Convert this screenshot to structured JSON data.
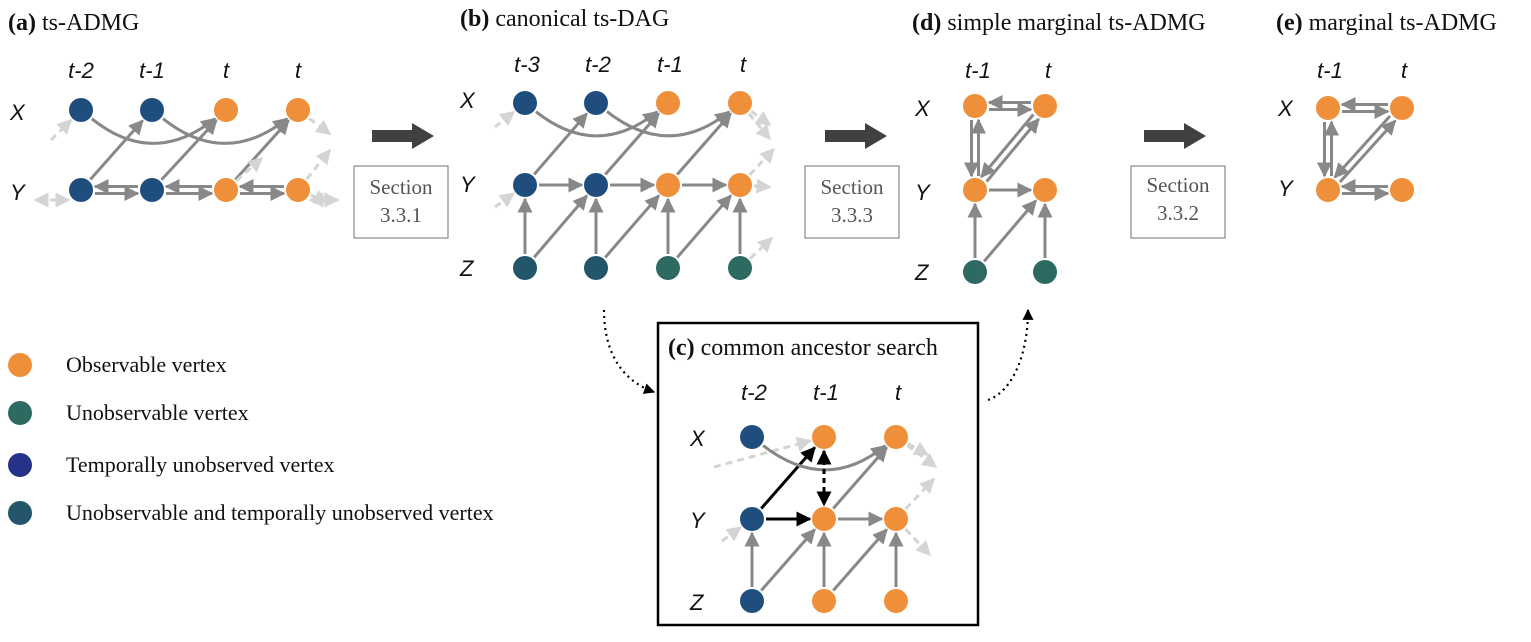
{
  "colors": {
    "observable": "#ef8f3a",
    "unobservable": "#2d6b62",
    "temporally_unobserved": "#1f4e7e",
    "unobservable_temporally_unobserved": "#23566b",
    "legend_temporally_unobserved": "#26328a",
    "edge": "#888888",
    "edge_faded": "#d4d4d4",
    "edge_highlight": "#000000",
    "arrow": "#404040"
  },
  "panels": {
    "a": {
      "letter": "(a)",
      "title": "ts-ADMG",
      "time_labels": [
        "t-2",
        "t-1",
        "t",
        "t"
      ],
      "vars": [
        "X",
        "Y"
      ]
    },
    "b": {
      "letter": "(b)",
      "title": "canonical ts-DAG",
      "time_labels": [
        "t-3",
        "t-2",
        "t-1",
        "t"
      ],
      "vars": [
        "X",
        "Y",
        "Z"
      ]
    },
    "c": {
      "letter": "(c)",
      "title": "common ancestor search",
      "time_labels": [
        "t-2",
        "t-1",
        "t"
      ],
      "vars": [
        "X",
        "Y",
        "Z"
      ]
    },
    "d": {
      "letter": "(d)",
      "title": "simple marginal ts-ADMG",
      "time_labels": [
        "t-1",
        "t"
      ],
      "vars": [
        "X",
        "Y",
        "Z"
      ]
    },
    "e": {
      "letter": "(e)",
      "title": "marginal ts-ADMG",
      "time_labels": [
        "t-1",
        "t"
      ],
      "vars": [
        "X",
        "Y"
      ]
    }
  },
  "transitions": [
    {
      "line1": "Section",
      "line2": "3.3.1"
    },
    {
      "line1": "Section",
      "line2": "3.3.3"
    },
    {
      "line1": "Section",
      "line2": "3.3.2"
    }
  ],
  "legend": [
    {
      "label": "Observable vertex",
      "color_key": "observable"
    },
    {
      "label": "Unobservable vertex",
      "color_key": "unobservable"
    },
    {
      "label": "Temporally unobserved vertex",
      "color_key": "legend_temporally_unobserved"
    },
    {
      "label": "Unobservable and temporally unobserved vertex",
      "color_key": "unobservable_temporally_unobserved"
    }
  ]
}
